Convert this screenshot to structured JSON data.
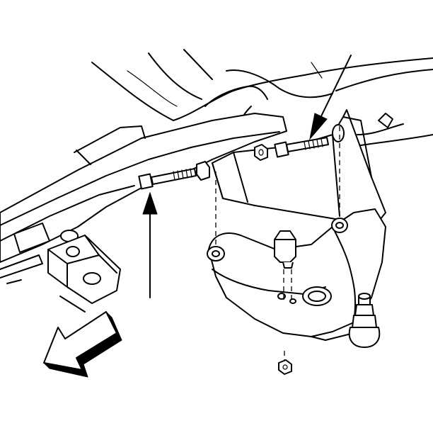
{
  "figure": {
    "type": "line-art exploded view",
    "components": [
      "frame-rail",
      "frame-mount-bracket",
      "upper-crossmember",
      "control-arm-mount-bracket",
      "lower-control-arm",
      "ball-joint",
      "bumper-stop",
      "front-pivot-bolt",
      "rear-pivot-bolt",
      "pivot-nut-front",
      "pivot-nut-rear",
      "bumper-nut"
    ],
    "callout_arrows": 2,
    "direction_arrow": "front-of-vehicle",
    "colors": {
      "line": "#000000",
      "fill": "#ffffff"
    }
  }
}
